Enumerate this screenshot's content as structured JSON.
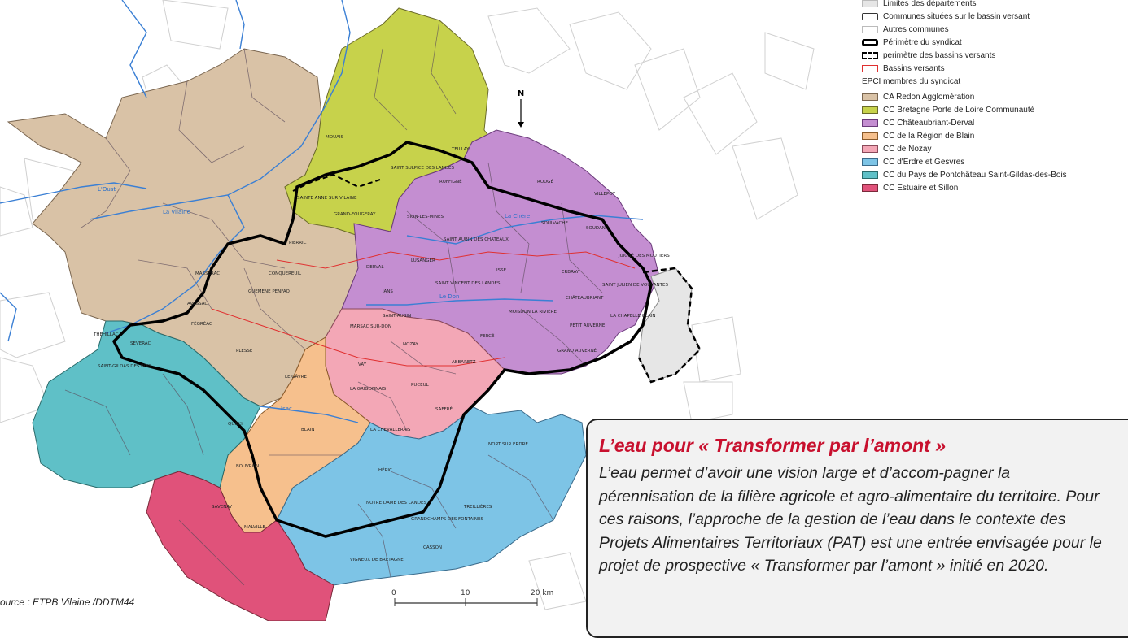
{
  "map": {
    "north": "N",
    "scale": {
      "ticks": [
        "0",
        "10",
        "20 km"
      ]
    },
    "rivers": [
      "L'Oust",
      "La Vilaine",
      "La Chère",
      "Le Don",
      "Isac"
    ],
    "communes": [
      "SION-LES-MINES",
      "DERVAL",
      "LUSANGER",
      "MARSAC SUR-DON",
      "NOZAY",
      "PLESSE",
      "GUÉMENÉ PENFAO",
      "BLAIN",
      "HÉRIC",
      "VIGNEUX DE BRETAGNE",
      "GRANDCHAMPS DES FONTAINES",
      "NORT SUR ERDRE",
      "NOTRE DAME DES LANDES",
      "SAINT-GILDAS DES BOIS",
      "SÉVÉRAC",
      "QUILLY",
      "BOUVRON",
      "SAVENAY",
      "MALVILLE",
      "SAINT AUBIN DES CHÂTEAUX",
      "SAINT VINCENT DES LANDES",
      "MOISDON LA RIVIÈRE",
      "ISSÉ",
      "ERBRAY",
      "ROUGÉ",
      "SOUDAN",
      "PETIT AUVERNÉ",
      "GRAND AUVERNÉ",
      "JUIGNÉ DES MOUTIERS",
      "SAINT JULIEN DE VOUVANTES",
      "LA CHAPELLE GLAIN",
      "MASSÉRAC",
      "AVESSAC",
      "FÉGRÉAC",
      "PIERRIC",
      "CONQUEREUIL",
      "GRAND-FOUGERAY",
      "SAINTE ANNE SUR VILAINE",
      "SAINT SULPICE DES LANDES",
      "TEILLAY",
      "RUFFIGNÉ",
      "VILLEPOT",
      "LA GRIGONNAIS",
      "PUCEUL",
      "SAFFRÉ",
      "ABBARETZ",
      "VAY",
      "LE GÂVRE",
      "TREILLIÈRES",
      "CASSON",
      "CHÂTEAUBRIANT",
      "SOULVACHE",
      "LA CHEVALLERAIS",
      "SAINT-AUBIN",
      "JANS",
      "FERCÉ",
      "MOUAIS",
      "THÉHILLAC"
    ]
  },
  "legend": {
    "items": [
      {
        "label": "Limites des départements",
        "color": "#e6e6e6"
      },
      {
        "label": "Communes situées sur le bassin versant",
        "color": "#ffffff"
      },
      {
        "label": "Autres communes",
        "color": "#ffffff"
      },
      {
        "label": "Périmètre du syndicat",
        "color": "#000000"
      },
      {
        "label": "perimètre des bassins versants",
        "color": "#000000"
      },
      {
        "label": "Bassins versants",
        "color": "#e03030"
      }
    ],
    "epci_title": "EPCI membres du syndicat",
    "epci": [
      {
        "label": "CA Redon Agglomération",
        "color": "#d9c2a6"
      },
      {
        "label": "CC Bretagne Porte de Loire Communauté",
        "color": "#c7d24b"
      },
      {
        "label": "CC Châteaubriant-Derval",
        "color": "#c48ed1"
      },
      {
        "label": "CC de la Région de Blain",
        "color": "#f6c08d"
      },
      {
        "label": "CC de Nozay",
        "color": "#f3a7b6"
      },
      {
        "label": "CC d'Erdre et Gesvres",
        "color": "#7dc4e6"
      },
      {
        "label": "CC du Pays de Pontchâteau Saint-Gildas-des-Bois",
        "color": "#5fc0c7"
      },
      {
        "label": "CC Estuaire et Sillon",
        "color": "#e0527a"
      }
    ]
  },
  "source": "ource : ETPB Vilaine /DDTM44",
  "box": {
    "title": "L’eau pour « Transformer par l’amont »",
    "text": "L’eau permet d’avoir une vision large et d’accom-pagner la pérennisation de la filière agricole et agro-alimentaire du territoire. Pour ces raisons, l’approche de la gestion de l’eau dans le contexte des Projets Alimentaires Territoriaux (PAT) est une entrée envisagée pour le projet de prospective « Transformer par l’amont » initié en 2020."
  }
}
